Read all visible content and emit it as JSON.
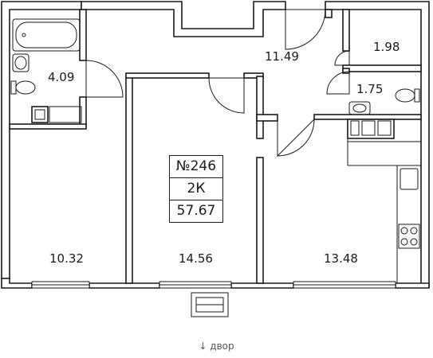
{
  "apartment": {
    "number": "№246",
    "type": "2К",
    "total_area": "57.67"
  },
  "rooms": {
    "bathroom": "4.09",
    "hall": "11.49",
    "storage": "1.98",
    "wc": "1.75",
    "bedroom_left": "10.32",
    "bedroom_center": "14.56",
    "kitchen_living": "13.48"
  },
  "orientation": {
    "arrow": "↓",
    "label": "двор"
  },
  "colors": {
    "wall": "#1a1a1a",
    "caption": "#555555"
  }
}
